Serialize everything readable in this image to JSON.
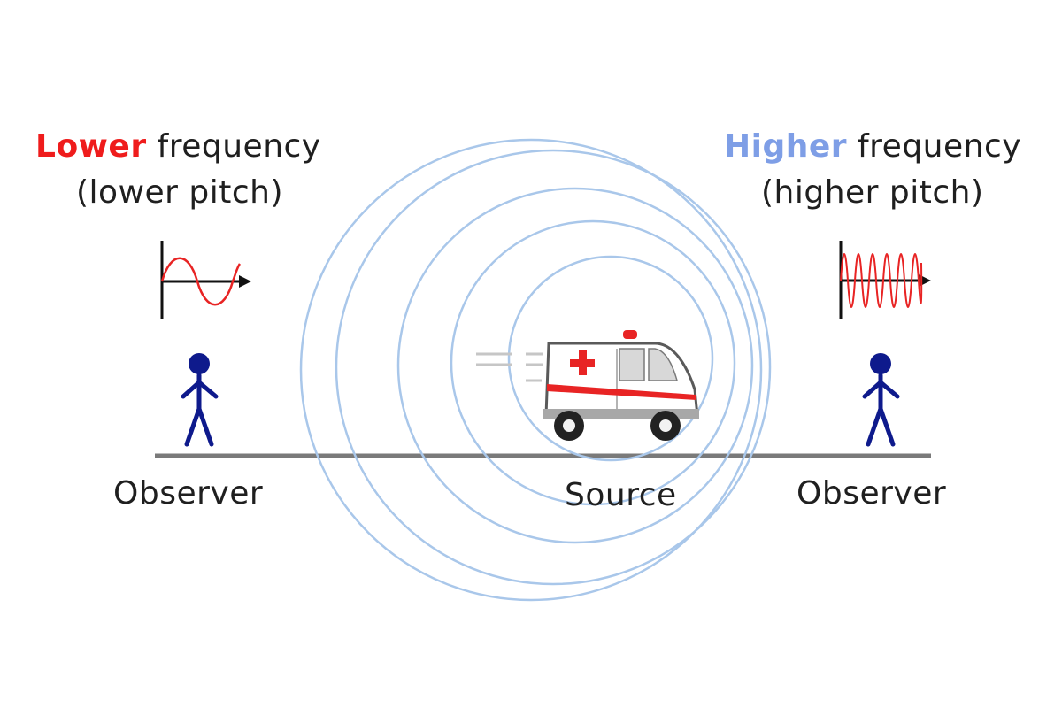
{
  "left": {
    "emphasis": "Lower",
    "rest": " frequency",
    "subtitle": "(lower pitch)",
    "observer_label": "Observer"
  },
  "right": {
    "emphasis": "Higher",
    "rest": " frequency",
    "subtitle": "(higher pitch)",
    "observer_label": "Observer"
  },
  "source_label": "Source",
  "colors": {
    "lower_accent": "#ef1c1c",
    "higher_accent": "#7e9ee6",
    "wavefront": "#a9c7ea",
    "person": "#0e1a8c",
    "ground": "#7a7a7a",
    "wave": "#e82424"
  },
  "icons": [
    "ambulance-icon",
    "person-icon",
    "sine-wave-icon"
  ]
}
